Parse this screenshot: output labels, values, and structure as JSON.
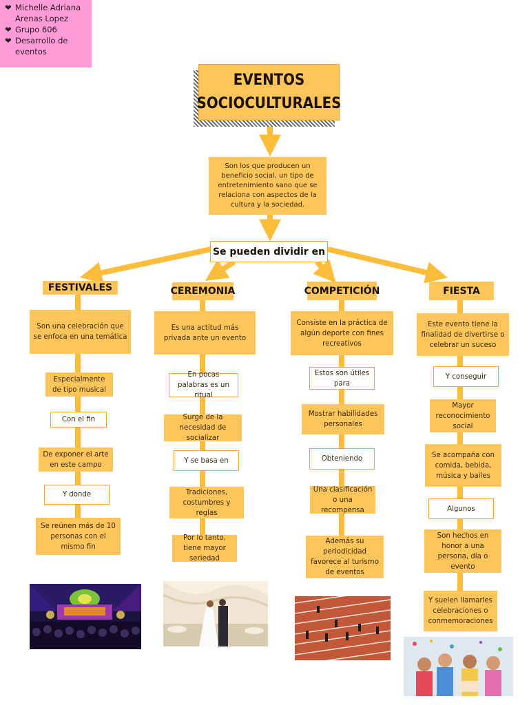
{
  "note": {
    "lines": [
      "Michelle Adriana Arenas Lopez",
      "Grupo 606",
      "Desarrollo de eventos"
    ]
  },
  "title": "EVENTOS SOCIOCULTURALES",
  "definition": "Son los que producen un beneficio social, un tipo de entretenimiento sano que se relaciona con aspectos de la cultura y la sociedad.",
  "divide_label": "Se pueden dividir en",
  "columns": [
    {
      "header": "FESTIVALES",
      "items": [
        "Son una celebración que se enfoca en una temática",
        "Especialmente de tipo musical",
        "Con el fin",
        "De exponer el arte en este campo",
        "Y donde",
        "Se reúnen más de 10 personas con el mismo fin"
      ]
    },
    {
      "header": "CEREMONIA",
      "items": [
        "Es una actitud más privada ante un evento",
        "En pocas palabras es un ritual",
        "Surge de la necesidad de socializar",
        "Y se basa en",
        "Tradiciones, costumbres y reglas",
        "Por lo tanto, tiene mayor seriedad"
      ]
    },
    {
      "header": "COMPETICIÓN",
      "items": [
        "Consiste en la práctica de algún deporte con fines recreativos",
        "Estos son útiles para",
        "Mostrar habilidades personales",
        "Obteniendo",
        "Una clasificación o una recompensa",
        "Además su periodicidad favorece al turismo de eventos"
      ]
    },
    {
      "header": "FIESTA",
      "items": [
        "Este evento tiene la finalidad de divertirse o celebrar un suceso",
        "Y conseguir",
        "Mayor reconocimiento social",
        "Se acompaña con comida, bebida, música y bailes",
        "Algunos",
        "Son hechos en honor a una persona, día o evento",
        "Y suelen llamarles celebraciones o conmemoraciones"
      ]
    }
  ],
  "colors": {
    "box": "#fdc55a",
    "arrow": "#fbbd3a",
    "border": "#f2a33a",
    "note": "#ff9bd8"
  }
}
